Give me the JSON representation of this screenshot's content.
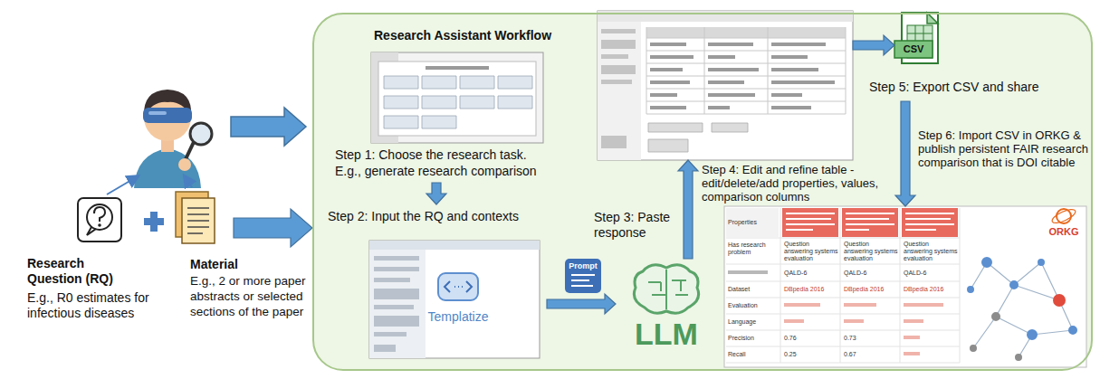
{
  "diagram": {
    "nodes": [
      {
        "text": [
          "Research Question (RQ)",
          "E.g., R0 estimates for infectious diseases"
        ]
      },
      {
        "text": [
          "Material",
          "E.g., 2 or more paper abstracts or selected sections of the paper"
        ]
      },
      {
        "text": [
          "Research Assistant Workflow"
        ]
      },
      {
        "text": [
          "Step 1: Choose the research task.",
          "E.g., generate research comparison"
        ],
        "in": 2
      },
      {
        "text": [
          "Step 2: Input the RQ and contexts",
          "Templatize"
        ],
        "in": 2
      },
      {
        "text": [
          "LLM"
        ],
        "in": 2
      },
      {
        "text": [
          "Step 4: Edit and refine table - edit/delete/add properties, values, comparison columns"
        ],
        "in": 2
      },
      {
        "text": [
          "CSV",
          "Step 5: Export CSV and share"
        ],
        "in": 2
      },
      {
        "text": [
          "ORKG"
        ],
        "in": 2
      }
    ],
    "edges": [
      {
        "from": 1,
        "to": 2,
        "arrow": "to"
      },
      {
        "from": 3,
        "to": 4,
        "arrow": "to"
      },
      {
        "from": 4,
        "to": 5,
        "label": "Prompt",
        "arrow": "to"
      },
      {
        "from": 5,
        "to": 6,
        "label": "Step 3: Paste response",
        "arrow": "to"
      },
      {
        "from": 6,
        "to": 7,
        "arrow": "to"
      },
      {
        "from": 7,
        "to": 8,
        "label": "Step 6: Import CSV in ORKG & publish persistent FAIR research comparison that is DOI citable",
        "arrow": "to"
      }
    ],
    "labels": [
      "Properties",
      "Has research problem",
      "Dataset",
      "Evaluation",
      "Language",
      "Precision",
      "Recall",
      "Question answering systems evaluation",
      "QALD-6",
      "DBpedia 2016",
      "0.76",
      "0.25",
      "Question answering systems evaluation",
      "QALD-6",
      "DBpedia 2016",
      "0.73",
      "0.67",
      "Question answering systems evaluation",
      "QALD-6",
      "DBpedia 2016"
    ]
  }
}
